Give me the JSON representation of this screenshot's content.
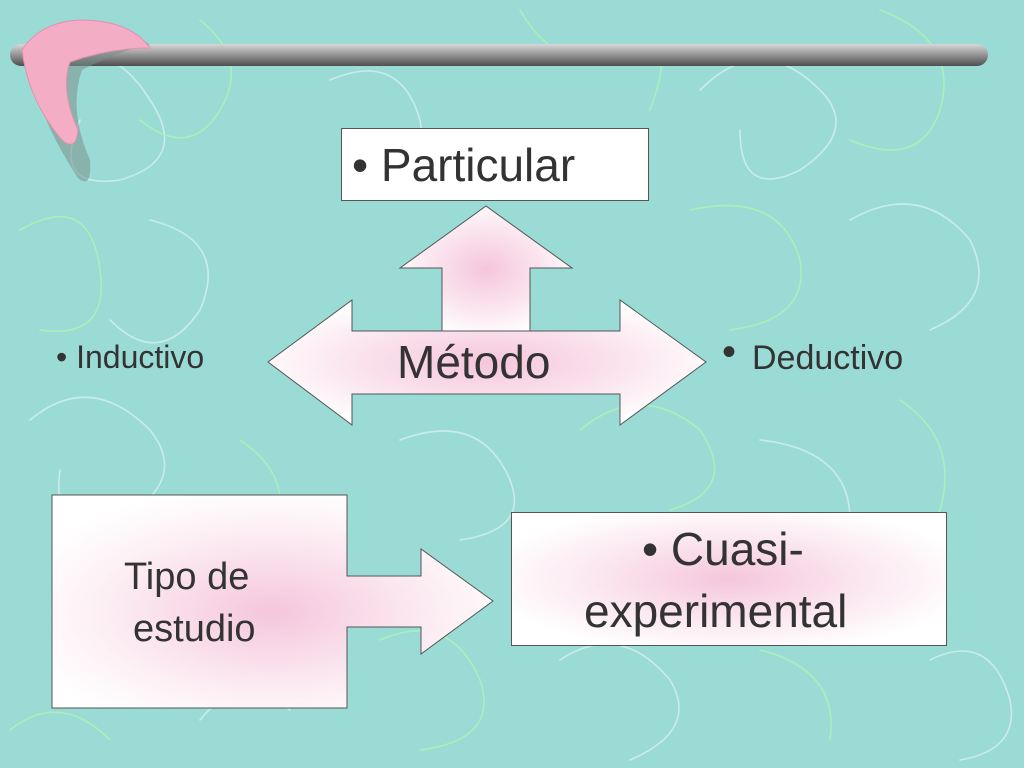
{
  "slide": {
    "top_box": "• Particular",
    "center": "Método",
    "left_label": "• Inductivo",
    "right_bullet": "•",
    "right_label": "Deductivo",
    "bottom_left_line1": "Tipo de",
    "bottom_left_line2": "estudio",
    "bottom_right_line1": "• Cuasi-",
    "bottom_right_line2": "experimental"
  },
  "colors": {
    "background": "#9bdbd6",
    "squiggle_light": "#c9ecea",
    "squiggle_green": "#a8f0b8",
    "shape_fill": "#ffffff",
    "shape_glow": "#f5c6dc",
    "text": "#333333",
    "bar": "#8a8a8a",
    "boomerang": "#f3aec6"
  }
}
